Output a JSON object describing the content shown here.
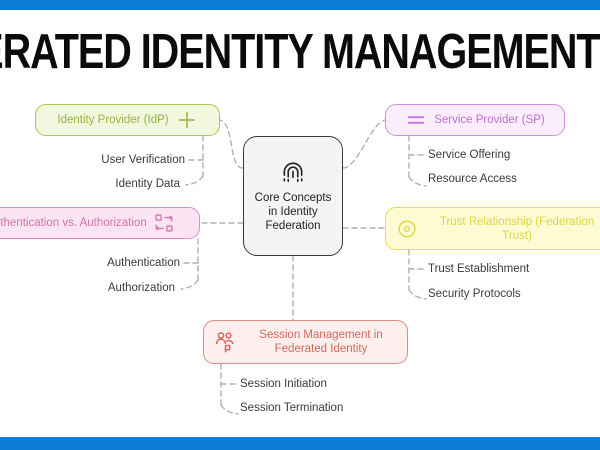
{
  "meta": {
    "accent_blue": "#0d7cd5",
    "background": "#ffffff"
  },
  "header": {
    "title": "FEDERATED IDENTITY MANAGEMENT (FIM)",
    "visible_title_fragment": "DERATED IDENTITY MANAGEMENT (FI"
  },
  "diagram": {
    "type": "mindmap",
    "center": {
      "label": "Core Concepts in Identity Federation",
      "icon": "fingerprint-icon",
      "fill": "#f4f4f4",
      "border": "#3a3a3a",
      "text_color": "#222222"
    },
    "branches": [
      {
        "id": "idp",
        "label": "Identity Provider (IdP)",
        "icon": "plus-icon",
        "fill": "#f2f7e0",
        "border": "#aac64f",
        "text_color": "#97b03f",
        "side": "left",
        "children": [
          "User Verification",
          "Identity Data"
        ]
      },
      {
        "id": "sp",
        "label": "Service Provider (SP)",
        "icon": "menu-lines-icon",
        "fill": "#fbeefc",
        "border": "#d28fe0",
        "text_color": "#c06fd4",
        "side": "right",
        "children": [
          "Service Offering",
          "Resource Access"
        ]
      },
      {
        "id": "auth",
        "label": "Authentication vs. Authorization",
        "icon": "swap-exchange-icon",
        "fill": "#fbe4f1",
        "border": "#e08cc3",
        "text_color": "#d172ad",
        "side": "left",
        "children": [
          "Authentication",
          "Authorization"
        ]
      },
      {
        "id": "trust",
        "label": "Trust Relationship (Federation Trust)",
        "icon": "target-dot-icon",
        "fill": "#fcfbd4",
        "border": "#e6de4c",
        "text_color": "#ded63f",
        "side": "right",
        "children": [
          "Trust Establishment",
          "Security Protocols"
        ]
      },
      {
        "id": "session",
        "label": "Session Management in Federated Identity",
        "icon": "users-group-icon",
        "fill": "#fdefed",
        "border": "#dd8c84",
        "text_color": "#d3685d",
        "side": "bottom",
        "children": [
          "Session Initiation",
          "Session Termination"
        ]
      }
    ]
  }
}
